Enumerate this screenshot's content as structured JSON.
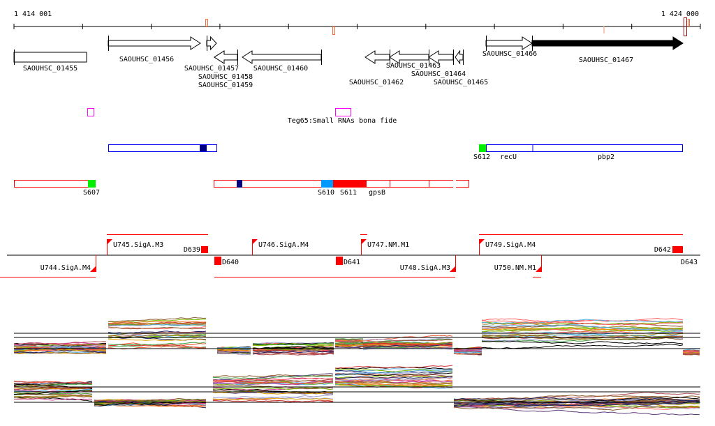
{
  "axis": {
    "start_label": "1 414 001",
    "end_label": "1 424 000"
  },
  "genes": [
    {
      "name": "SAOUHSC_01455"
    },
    {
      "name": "SAOUHSC_01456"
    },
    {
      "name": "SAOUHSC_01457"
    },
    {
      "name": "SAOUHSC_01458"
    },
    {
      "name": "SAOUHSC_01459"
    },
    {
      "name": "SAOUHSC_01460"
    },
    {
      "name": "SAOUHSC_01462"
    },
    {
      "name": "SAOUHSC_01463"
    },
    {
      "name": "SAOUHSC_01464"
    },
    {
      "name": "SAOUHSC_01465"
    },
    {
      "name": "SAOUHSC_01466"
    },
    {
      "name": "SAOUHSC_01467"
    }
  ],
  "srna_track": {
    "label": "Teg65:Small RNAs bona fide"
  },
  "blue_track": {
    "labels": [
      "S612",
      "recU",
      "pbp2"
    ]
  },
  "red_track": {
    "labels": [
      "S607",
      "S610",
      "S611",
      "gpsB"
    ]
  },
  "operon_track": {
    "above": [
      "U745.SigA.M3",
      "D639",
      "U746.SigA.M4",
      "U747.NM.M1",
      "U749.SigA.M4",
      "D642",
      "D643"
    ],
    "below": [
      "U744.SigA.M4",
      "D640",
      "D641",
      "U748.SigA.M3",
      "U750.NM.M1"
    ]
  },
  "colors": {
    "rna_box": "#ff00ff",
    "blue_track": "#0000ee",
    "red_track": "#ff0000",
    "green": "#00ee00",
    "navy": "#000080",
    "light_blue": "#0099ff",
    "palette": [
      "#e8552f",
      "#7cbb00",
      "#9b8b1d",
      "#d1342f",
      "#58aee0",
      "#c43b8f",
      "#8b5a2b",
      "#202060",
      "#f08030",
      "#a0a0d0",
      "#ff6060",
      "#5a3a7a",
      "#40a040",
      "#b05050",
      "#e0a000",
      "#000000"
    ]
  }
}
